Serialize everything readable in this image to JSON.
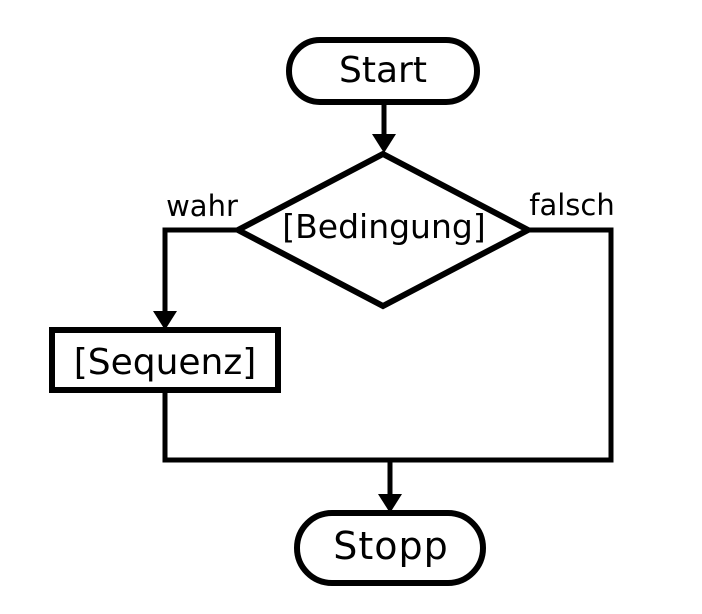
{
  "diagram": {
    "type": "flowchart",
    "background_color": "#ffffff",
    "line_color": "#000000",
    "text_color": "#000000",
    "nodes": {
      "start": {
        "label": "Start",
        "shape": "terminator"
      },
      "condition": {
        "label": "[Bedingung]",
        "shape": "decision"
      },
      "sequence": {
        "label": "[Sequenz]",
        "shape": "process"
      },
      "stop": {
        "label": "Stopp",
        "shape": "terminator"
      }
    },
    "branches": {
      "true_label": "wahr",
      "false_label": "falsch"
    }
  }
}
